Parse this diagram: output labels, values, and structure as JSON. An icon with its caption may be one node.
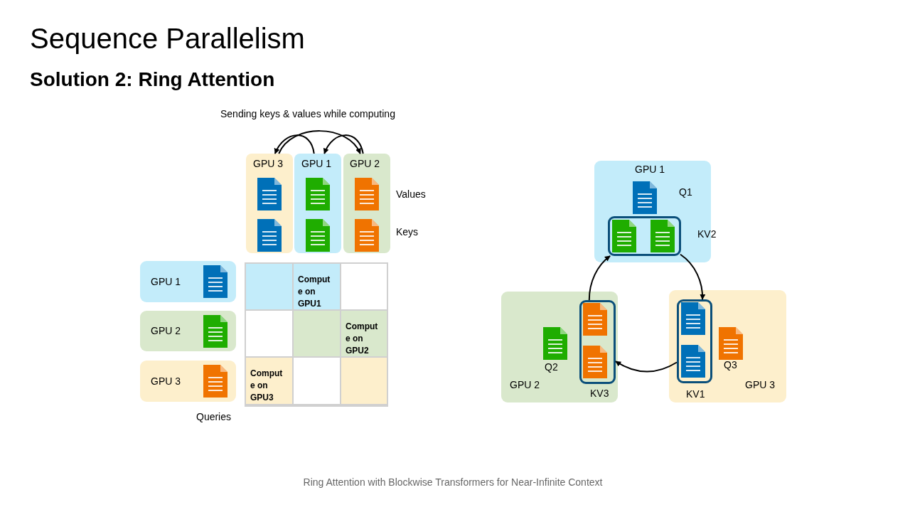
{
  "diagram": {
    "title": "Sequence Parallelism",
    "caption": "Ring Attention with Blockwise Transformers for Near-Infinite Context",
    "nodes": [
      {
        "text": [
          "GPU 3"
        ]
      },
      {
        "text": [
          "GPU 1"
        ]
      },
      {
        "text": [
          "GPU 2"
        ]
      },
      {
        "text": [
          "GPU 1"
        ]
      },
      {
        "text": [
          "GPU 2"
        ]
      },
      {
        "text": [
          "GPU 3"
        ]
      },
      {
        "text": [
          "GPU 1",
          "Q1"
        ]
      },
      {
        "text": [],
        "shape": "box",
        "in": 6,
        "beside": [
          "KV2"
        ]
      },
      {
        "text": [
          "Q2",
          "GPU 2"
        ]
      },
      {
        "text": [],
        "shape": "box",
        "in": 8,
        "beside": [
          "KV3"
        ]
      },
      {
        "text": [
          "Q3",
          "GPU 3"
        ]
      },
      {
        "text": [],
        "shape": "box",
        "in": 10,
        "beside": [
          "KV1"
        ]
      }
    ],
    "edges": [
      {
        "from": 1,
        "to": 0,
        "arrow": "to"
      },
      {
        "from": 0,
        "to": 2,
        "arrow": "to"
      },
      {
        "from": 2,
        "to": 1,
        "arrow": "to"
      },
      {
        "from": 7,
        "to": 11,
        "arrow": "to"
      },
      {
        "from": 11,
        "to": 9,
        "arrow": "to"
      },
      {
        "from": 9,
        "to": 7,
        "arrow": "to"
      }
    ],
    "labels": [
      "Solution 2: Ring Attention",
      "Sending keys & values while computing",
      "Values",
      "Keys",
      "Comput e on GPU1",
      "Comput e on GPU2",
      "Comput e on GPU3",
      "Queries"
    ]
  }
}
